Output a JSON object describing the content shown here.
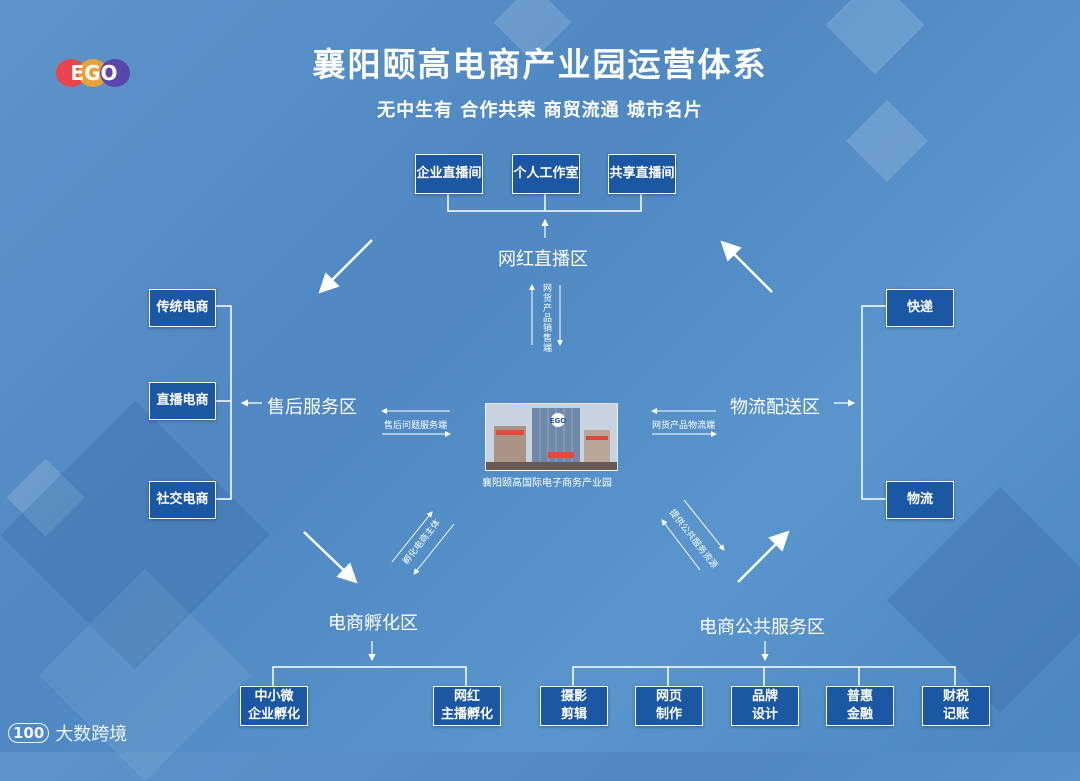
{
  "logo": {
    "text": "EGO"
  },
  "title": "襄阳颐高电商产业园运营体系",
  "subtitle": "无中生有  合作共荣  商贸流通  城市名片",
  "center": {
    "caption": "襄阳颐高国际电子商务产业园",
    "building_logo": "EGO"
  },
  "zones": {
    "live": {
      "label": "网红直播区",
      "items": [
        "企业直播间",
        "个人工作室",
        "共享直播间"
      ]
    },
    "aftersales": {
      "label": "售后服务区",
      "items": [
        "传统电商",
        "直播电商",
        "社交电商"
      ]
    },
    "logistics": {
      "label": "物流配送区",
      "items": [
        "快递",
        "物流"
      ]
    },
    "incubation": {
      "label": "电商孵化区",
      "items": [
        "中小微\n企业孵化",
        "网红\n主播孵化"
      ]
    },
    "public": {
      "label": "电商公共服务区",
      "items": [
        "摄影\n剪辑",
        "网页\n制作",
        "品牌\n设计",
        "普惠\n金融",
        "财税\n记账"
      ]
    }
  },
  "links": {
    "live": "网货产品销售端",
    "aftersales": "售后问题服务端",
    "logistics": "网货产品物流端",
    "incubation": "孵化电商主体",
    "public": "提供公共服务资源"
  },
  "watermark": {
    "text": "大数跨境",
    "mark": "100"
  }
}
